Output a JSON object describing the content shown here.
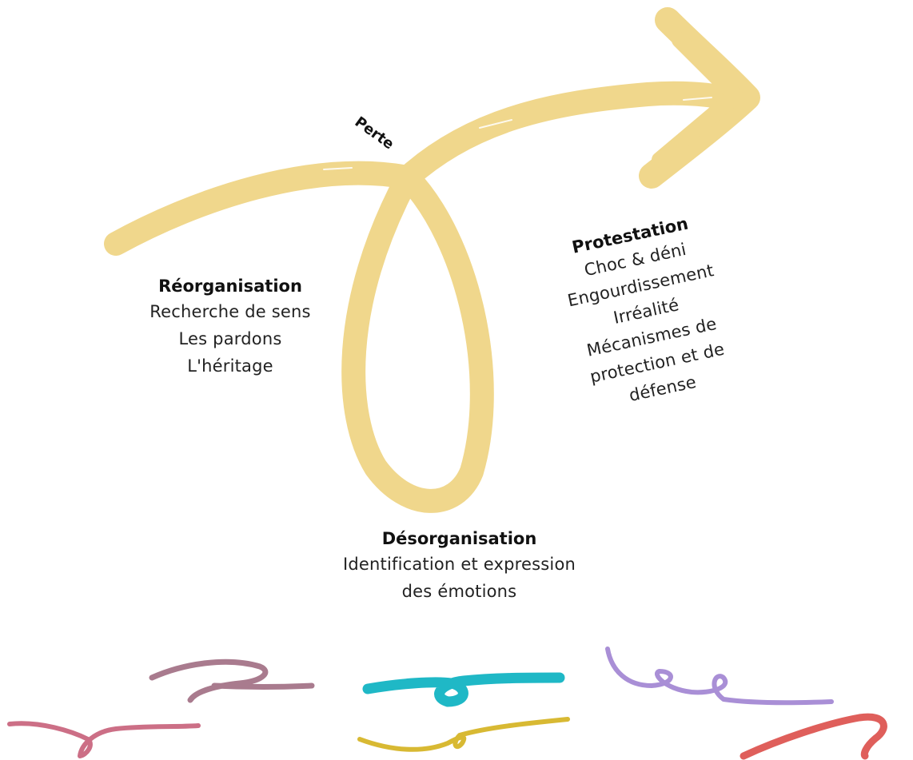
{
  "diagram": {
    "colors": {
      "arrow": "#F0D78C",
      "swirl_mauve": "#A97B8E",
      "swirl_pink": "#CC6F86",
      "swirl_cyan": "#1FB8C6",
      "swirl_yellow": "#D8B933",
      "swirl_lavender": "#A98FD6",
      "swirl_coral": "#DF5F5B"
    },
    "perte": "Perte",
    "protestation": {
      "title": "Protestation",
      "lines": [
        "Choc & déni",
        "Engourdissement",
        "Irréalité",
        "Mécanismes de",
        "protection et de",
        "défense"
      ]
    },
    "reorganisation": {
      "title": "Réorganisation",
      "lines": [
        "Recherche de sens",
        "Les pardons",
        "L'héritage"
      ]
    },
    "desorganisation": {
      "title": "Désorganisation",
      "lines": [
        "Identification et expression",
        "des émotions"
      ]
    }
  }
}
